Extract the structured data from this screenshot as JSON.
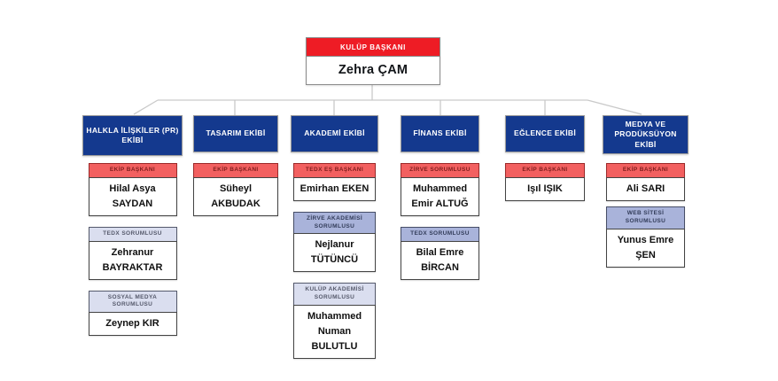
{
  "page_title": "Kulüp Organizasyon Şeması",
  "colors": {
    "navy_team_box": "#14398e",
    "president_red": "#ee1c25",
    "role_red_bg": "#f26060",
    "role_red_text": "#7e1d1d",
    "lavender_light_bg": "#dadeef",
    "lavender_medium_bg": "#a9b3da",
    "connector_gray": "#c9c9c9",
    "name_text": "#101010"
  },
  "root": {
    "title": "KULÜP BAŞKANI",
    "name": "Zehra ÇAM"
  },
  "teams": [
    {
      "label": "HALKLA İLİŞKİLER (PR) EKİBİ",
      "members": [
        {
          "role": "EKİP BAŞKANI",
          "name": "Hilal Asya SAYDAN",
          "header_style": "red"
        },
        {
          "role": "TEDX SORUMLUSU",
          "name": "Zehranur BAYRAKTAR",
          "header_style": "lavender-light"
        },
        {
          "role": "SOSYAL MEDYA SORUMLUSU",
          "name": "Zeynep KIR",
          "header_style": "lavender-light"
        }
      ]
    },
    {
      "label": "TASARIM EKİBİ",
      "members": [
        {
          "role": "EKİP BAŞKANI",
          "name": "Süheyl AKBUDAK",
          "header_style": "red"
        }
      ]
    },
    {
      "label": "AKADEMİ EKİBİ",
      "members": [
        {
          "role": "TEDX EŞ BAŞKANI",
          "name": "Emirhan EKEN",
          "header_style": "red"
        },
        {
          "role": "ZİRVE AKADEMİSİ SORUMLUSU",
          "name": "Nejlanur TÜTÜNCÜ",
          "header_style": "lavender-medium"
        },
        {
          "role": "KULÜP AKADEMİSİ SORUMLUSU",
          "name": "Muhammed Numan BULUTLU",
          "header_style": "lavender-light"
        }
      ]
    },
    {
      "label": "FİNANS EKİBİ",
      "members": [
        {
          "role": "ZİRVE SORUMLUSU",
          "name": "Muhammed Emir ALTUĞ",
          "header_style": "red"
        },
        {
          "role": "TEDX SORUMLUSU",
          "name": "Bilal Emre BİRCAN",
          "header_style": "lavender-medium"
        }
      ]
    },
    {
      "label": "EĞLENCE EKİBİ",
      "members": [
        {
          "role": "EKİP BAŞKANI",
          "name": "Işıl IŞIK",
          "header_style": "red"
        }
      ]
    },
    {
      "label": "MEDYA VE PRODÜKSÜYON EKİBİ",
      "members": [
        {
          "role": "EKİP BAŞKANI",
          "name": "Ali SARI",
          "header_style": "red"
        },
        {
          "role": "WEB SİTESİ SORUMLUSU",
          "name": "Yunus Emre ŞEN",
          "header_style": "lavender-medium"
        }
      ]
    }
  ]
}
